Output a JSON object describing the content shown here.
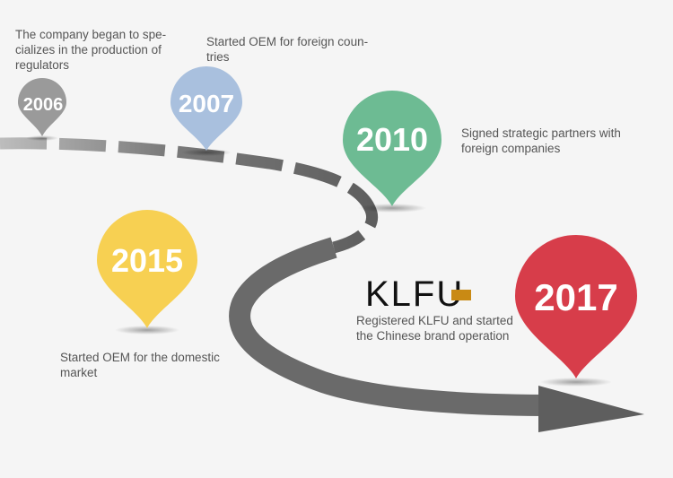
{
  "milestones": [
    {
      "year": "2006",
      "color": "#9a9a9a",
      "text": "The company began to spe-\ncializes in the production of\nregulators"
    },
    {
      "year": "2007",
      "color": "#a9c0de",
      "text": "Started OEM for foreign coun-\ntries"
    },
    {
      "year": "2010",
      "color": "#6dbb93",
      "text": "Signed strategic partners with\nforeign companies"
    },
    {
      "year": "2015",
      "color": "#f7d052",
      "text": "Started OEM for the domestic\nmarket"
    },
    {
      "year": "2017",
      "color": "#d73d4a",
      "text": "Registered KLFU and started\nthe Chinese brand operation"
    }
  ],
  "brand": {
    "logo_text": "KLFU",
    "accent_color": "#c98a14"
  },
  "road_color": "#6e6e6e"
}
